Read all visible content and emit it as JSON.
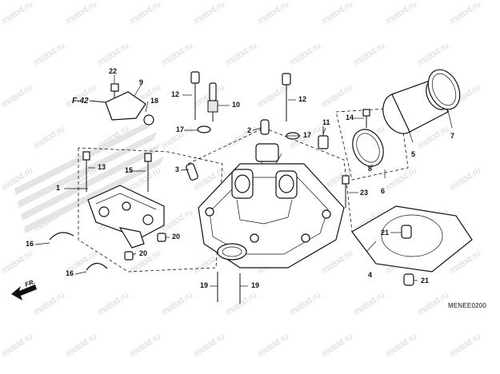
{
  "callouts": [
    "1",
    "2",
    "3",
    "4",
    "5",
    "6",
    "7",
    "8",
    "9",
    "10",
    "11",
    "12",
    "12",
    "13",
    "14",
    "15",
    "16",
    "16",
    "17",
    "17",
    "18",
    "19",
    "19",
    "20",
    "20",
    "21",
    "21",
    "22",
    "23"
  ],
  "reference": "F-42",
  "front_label": "FR.",
  "diagram_code": "MENEE0200",
  "watermark_text": "motod.ru"
}
